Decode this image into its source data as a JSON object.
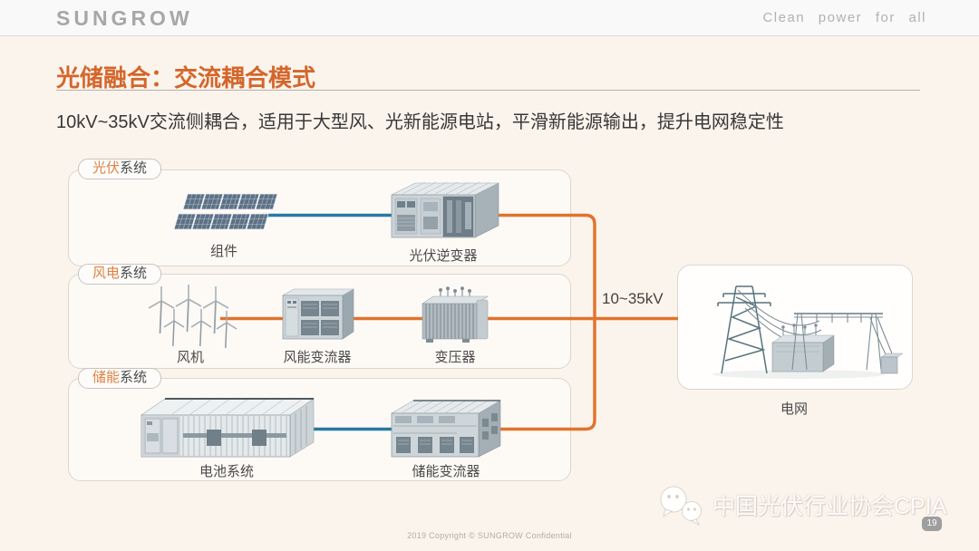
{
  "header": {
    "logo": "SUNGROW",
    "tagline": "Clean power for all"
  },
  "title": "光储融合：交流耦合模式",
  "subtitle": "10kV~35kV交流侧耦合，适用于大型风、光新能源电站，平滑新能源输出，提升电网稳定性",
  "diagram": {
    "bus_voltage": "10~35kV",
    "systems": [
      {
        "tag_main": "光伏",
        "tag_suffix": "系统",
        "equipment": [
          {
            "label": "组件"
          },
          {
            "label": "光伏逆变器"
          }
        ]
      },
      {
        "tag_main": "风电",
        "tag_suffix": "系统",
        "equipment": [
          {
            "label": "风机"
          },
          {
            "label": "风能变流器"
          },
          {
            "label": "变压器"
          }
        ]
      },
      {
        "tag_main": "储能",
        "tag_suffix": "系统",
        "equipment": [
          {
            "label": "电池系统"
          },
          {
            "label": "储能变流器"
          }
        ]
      }
    ],
    "grid": {
      "label": "电网"
    },
    "colors": {
      "ac_line": "#e1732c",
      "dc_line": "#2779a4",
      "title_accent": "#d4662b",
      "tag_accent": "#e0813f"
    }
  },
  "footer": {
    "copyright": "2019 Copyright © SUNGROW Confidential",
    "page_number": "19",
    "watermark": "中国光伏行业协会CPIA"
  }
}
